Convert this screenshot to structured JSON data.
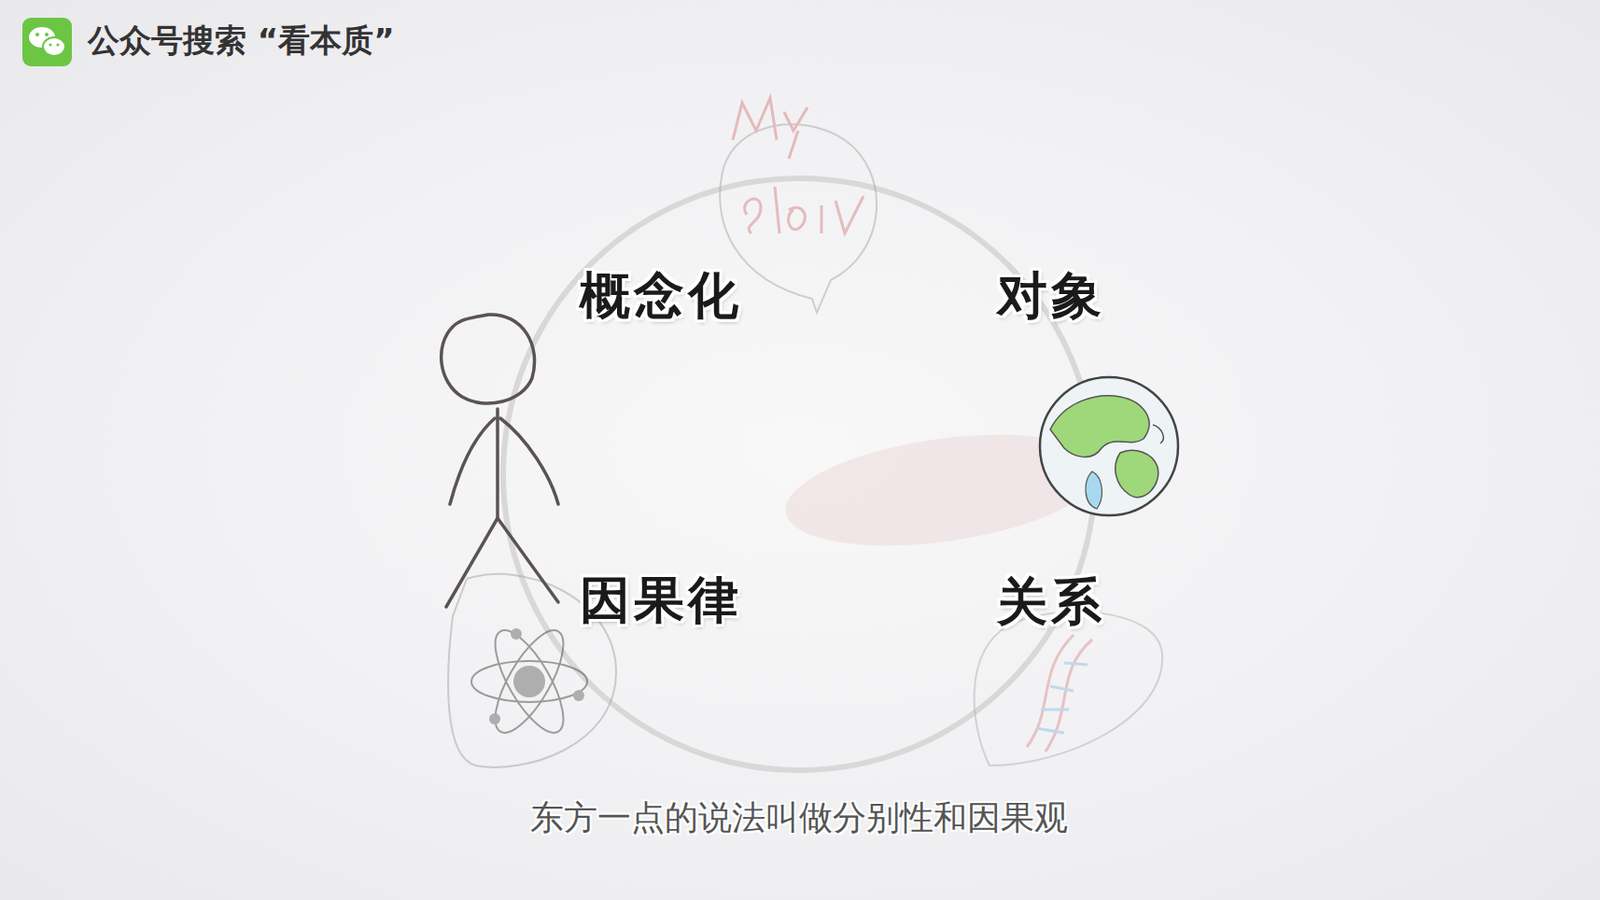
{
  "diagram": {
    "caption": "东方一点的说法叫做分别性和因果观",
    "labels": [
      "公众号搜索 “看本质”",
      "概念化",
      "对象",
      "因果律",
      "关系"
    ]
  }
}
